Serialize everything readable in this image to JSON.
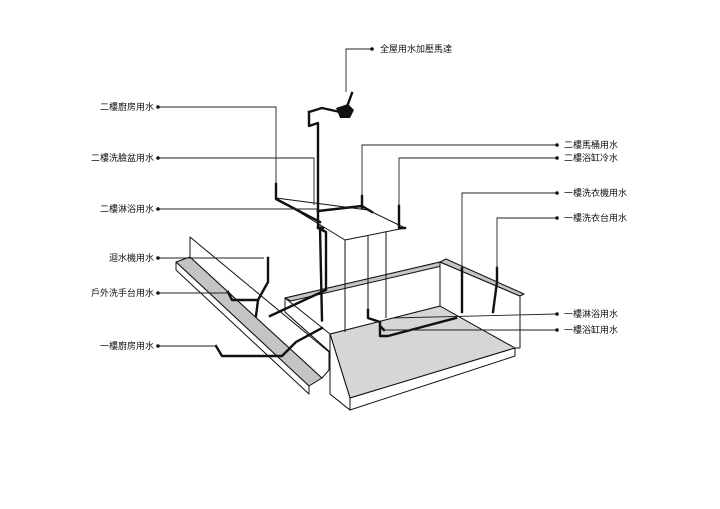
{
  "labels": {
    "whole_house_pump": "全屋用水加壓馬達",
    "f2_kitchen": "二樓廚房用水",
    "f2_washbasin": "二樓洗臉盆用水",
    "f2_shower": "二樓淋浴用水",
    "f2_toilet": "二樓馬桶用水",
    "f2_bathtub_cold": "二樓浴缸冷水",
    "f1_washing_machine": "一樓洗衣機用水",
    "f1_laundry_sink": "一樓洗衣台用水",
    "water_recycler": "迴水機用水",
    "outdoor_sink": "戶外洗手台用水",
    "f1_kitchen": "一樓廚房用水",
    "f1_shower": "一樓淋浴用水",
    "f1_bathtub": "一樓浴缸用水"
  },
  "colors": {
    "pipe": "#111111",
    "leader": "#222222",
    "floor_slab": "#d6d6d6",
    "wall_top": "#bfbfbf",
    "wall_face": "#ffffff"
  }
}
